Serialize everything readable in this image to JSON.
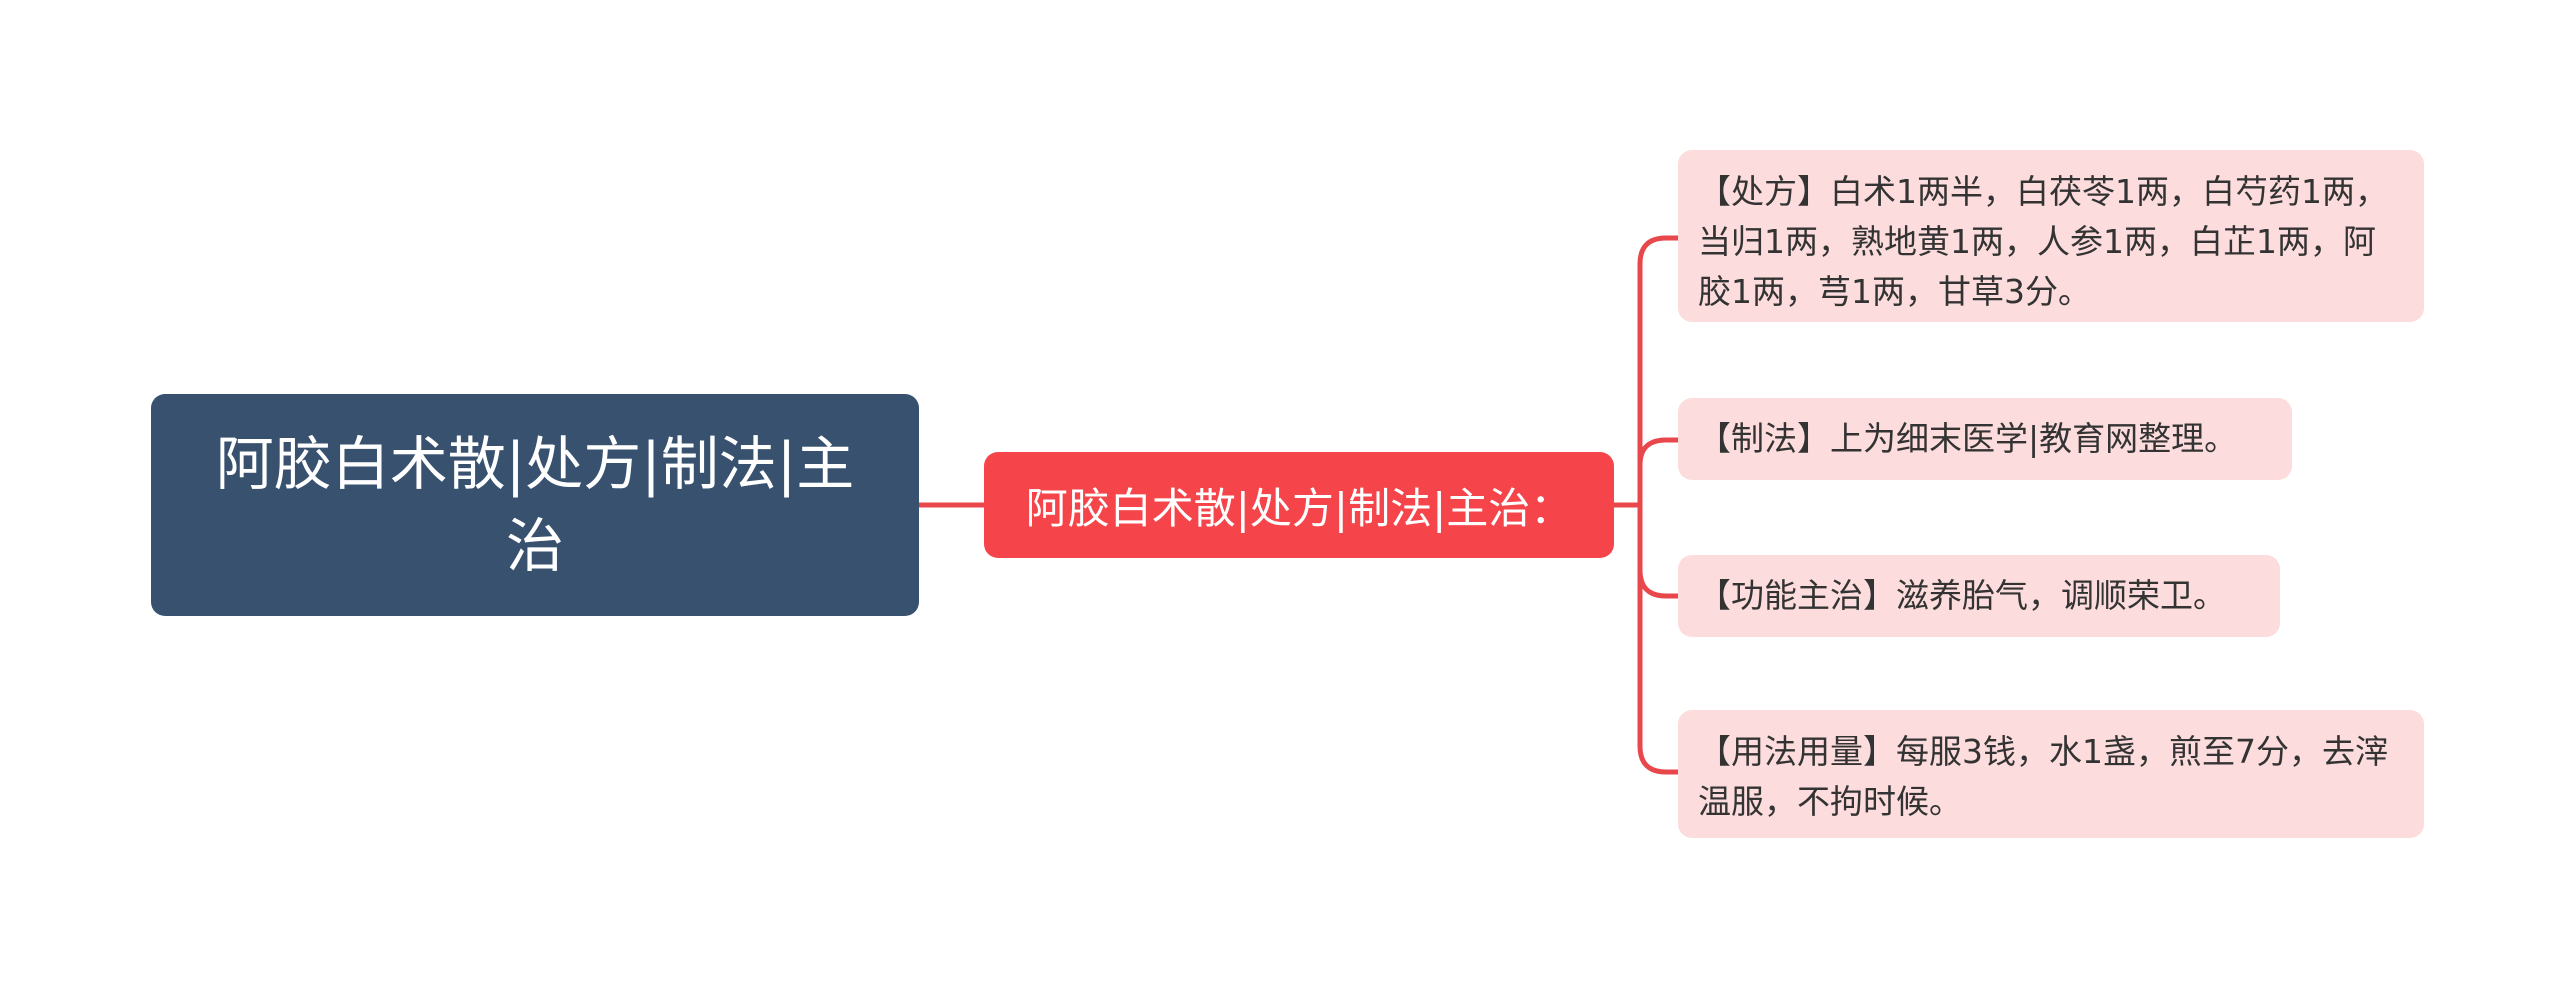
{
  "colors": {
    "root_fill": "#37516f",
    "mid_fill": "#f5454a",
    "leaf_fill": "#fcdcdc",
    "connector": "#e8474b"
  },
  "root": {
    "label": "阿胶白术散|处方|制法|主治"
  },
  "mid": {
    "label": "阿胶白术散|处方|制法|主治："
  },
  "leaves": [
    {
      "label": "【处方】白术1两半，白茯苓1两，白芍药1两，当归1两，熟地黄1两，人参1两，白芷1两，阿胶1两，芎1两，甘草3分。"
    },
    {
      "label": "【制法】上为细末医学|教育网整理。"
    },
    {
      "label": "【功能主治】滋养胎气，调顺荣卫。"
    },
    {
      "label": "【用法用量】每服3钱，水1盏，煎至7分，去滓温服，不拘时候。"
    }
  ]
}
